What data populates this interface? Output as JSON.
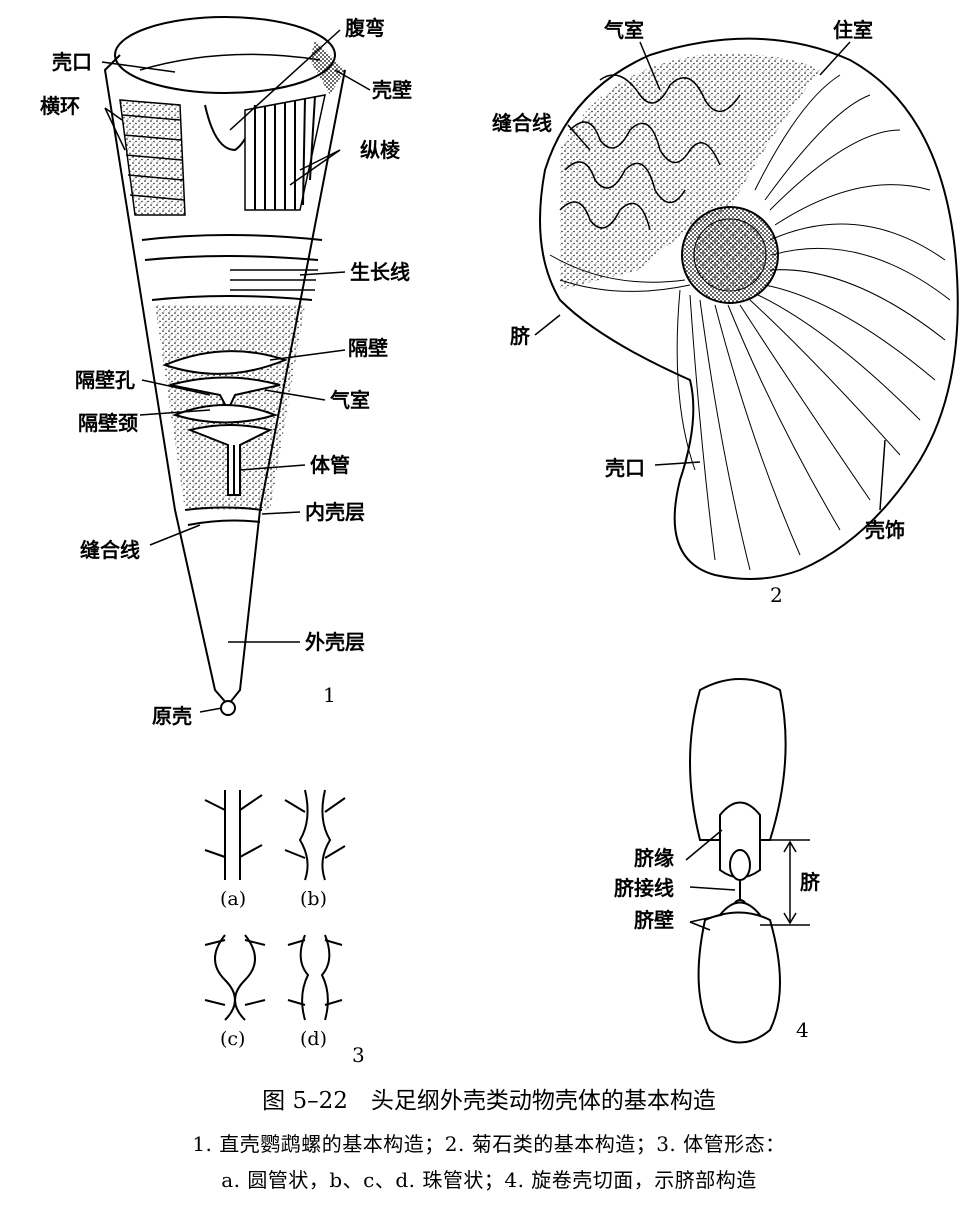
{
  "figure1": {
    "number": "1",
    "labels": {
      "shell_aperture": "壳口",
      "transverse_ring": "横环",
      "ventral_sinus": "腹弯",
      "shell_wall": "壳壁",
      "longitudinal_ribs": "纵棱",
      "growth_lines": "生长线",
      "septum": "隔壁",
      "septal_foramen": "隔壁孔",
      "chamber": "气室",
      "septal_neck": "隔壁颈",
      "siphuncle": "体管",
      "inner_shell_layer": "内壳层",
      "suture": "缝合线",
      "outer_shell_layer": "外壳层",
      "protoconch": "原壳"
    }
  },
  "figure2": {
    "number": "2",
    "labels": {
      "chamber": "气室",
      "body_chamber": "住室",
      "suture": "缝合线",
      "umbilicus": "脐",
      "aperture": "壳口",
      "ornament": "壳饰"
    }
  },
  "figure3": {
    "number": "3",
    "sub_labels": [
      "(a)",
      "(b)",
      "(c)",
      "(d)"
    ]
  },
  "figure4": {
    "number": "4",
    "labels": {
      "umbilical_margin": "脐缘",
      "umbilical_seam": "脐接线",
      "umbilical_wall": "脐壁",
      "umbilicus": "脐"
    }
  },
  "caption": {
    "title": "图 5–22　头足纲外壳类动物壳体的基本构造",
    "line1": "1. 直壳鹦鹉螺的基本构造；2. 菊石类的基本构造；3. 体管形态：",
    "line2": "a. 圆管状，b、c、d. 珠管状；4. 旋卷壳切面，示脐部构造"
  }
}
